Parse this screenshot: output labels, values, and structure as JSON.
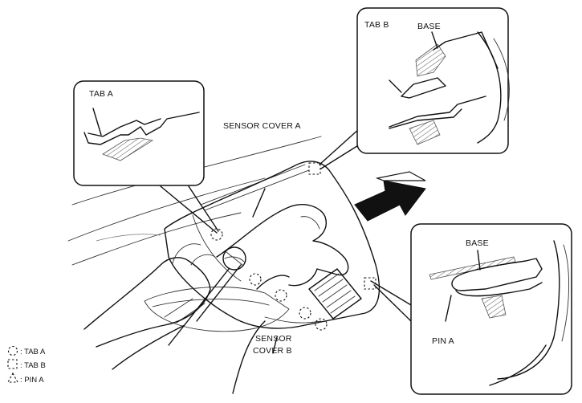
{
  "labels": {
    "tab_a": "TAB A",
    "tab_b": "TAB B",
    "base": "BASE",
    "base_2": "BASE",
    "pin_a": "PIN A",
    "sensor_cover_a": "SENSOR COVER A",
    "sensor_cover_b_line1": "SENSOR",
    "sensor_cover_b_line2": "COVER B"
  },
  "legend": [
    {
      "symbol": "dashed-circle",
      "text": ": TAB A"
    },
    {
      "symbol": "dashed-square",
      "text": ": TAB B"
    },
    {
      "symbol": "dashed-triangle",
      "text": ": PIN A"
    }
  ]
}
